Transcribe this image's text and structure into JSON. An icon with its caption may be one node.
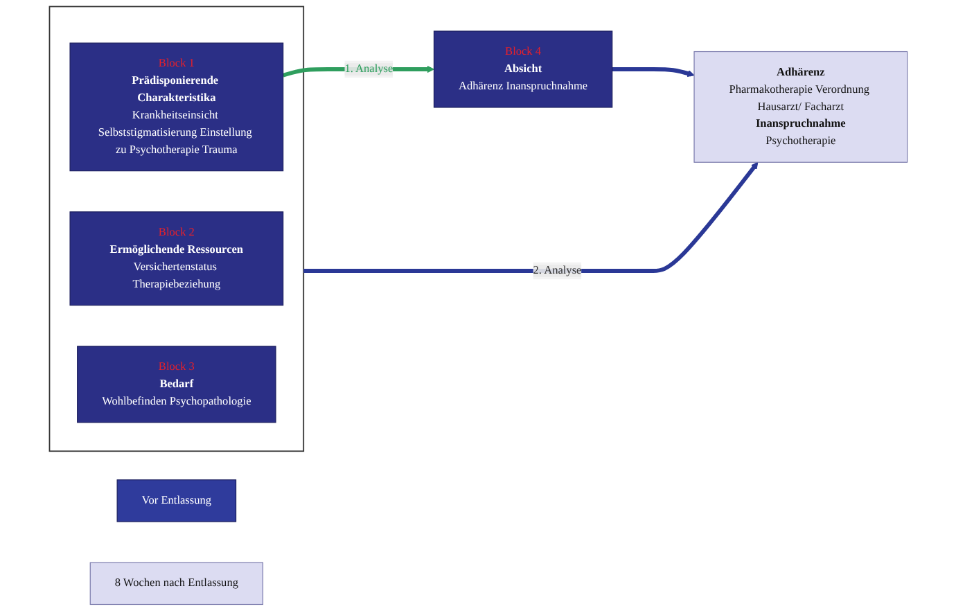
{
  "diagram": {
    "nodes": [
      {
        "text": [],
        "shape": "box"
      },
      {
        "text": [
          "Block 1",
          "Prädisponierende Charakteristika",
          "Krankheitseinsicht Selbststigmatisierung Einstellung zu Psychotherapie Trauma"
        ],
        "in": 0
      },
      {
        "text": [
          "Block 2",
          "Ermöglichende Ressourcen",
          "Versichertenstatus Therapiebeziehung"
        ],
        "in": 0
      },
      {
        "text": [
          "Block 3",
          "Bedarf",
          "Wohlbefinden Psychopathologie"
        ],
        "in": 0
      },
      {
        "text": [
          "Block 4",
          "Absicht",
          "Adhärenz Inanspruchnahme"
        ]
      },
      {
        "text": [
          "Adhärenz",
          "Pharmakotherapie Verordnung Hausarzt/ Facharzt",
          "Inanspruchnahme",
          "Psychotherapie"
        ]
      },
      {
        "text": [
          "Vor Entlassung"
        ]
      },
      {
        "text": [
          "8 Wochen nach Entlassung"
        ]
      }
    ],
    "edges": [
      {
        "from": 1,
        "to": 4,
        "arrow": "to",
        "label": "1. Analyse",
        "color": "#2f9e5e"
      },
      {
        "from": 4,
        "to": 5,
        "arrow": "to"
      },
      {
        "from": 0,
        "to": 5,
        "arrow": "to",
        "label": "2. Analyse"
      }
    ]
  }
}
